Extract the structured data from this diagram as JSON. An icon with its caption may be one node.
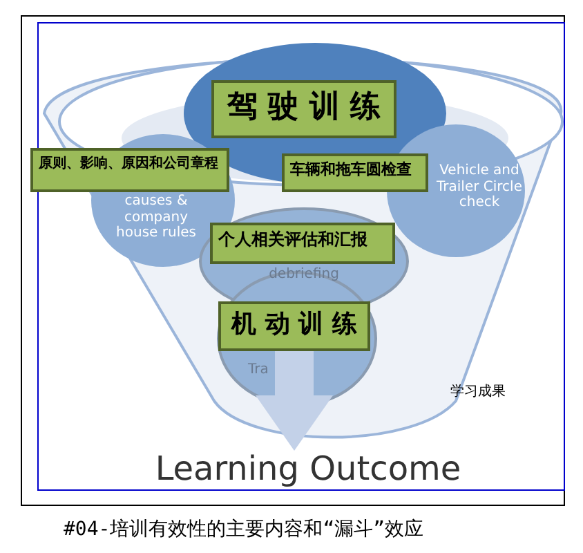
{
  "diagram": {
    "caption": "#04-培训有效性的主要内容和“漏斗”效应",
    "nodes": [
      {
        "text": [
          "驾 驶 训 练"
        ]
      },
      {
        "text": [
          "causes & company house rules"
        ]
      },
      {
        "text": [
          "原则、影响、原因和公司章程"
        ]
      },
      {
        "text": [
          "Vehicle and Trailer Circle check"
        ]
      },
      {
        "text": [
          "车辆和拖车圆检查"
        ]
      },
      {
        "text": [
          "debriefing"
        ]
      },
      {
        "text": [
          "个人相关评估和汇报"
        ]
      },
      {
        "text": [
          "Tra"
        ]
      },
      {
        "text": [
          "机 动 训 练"
        ]
      },
      {
        "text": [
          "Learning Outcome"
        ]
      }
    ],
    "edges": [
      {
        "from": 8,
        "to": 9,
        "arrow": "to"
      }
    ],
    "labels": [
      "学习成果"
    ]
  }
}
